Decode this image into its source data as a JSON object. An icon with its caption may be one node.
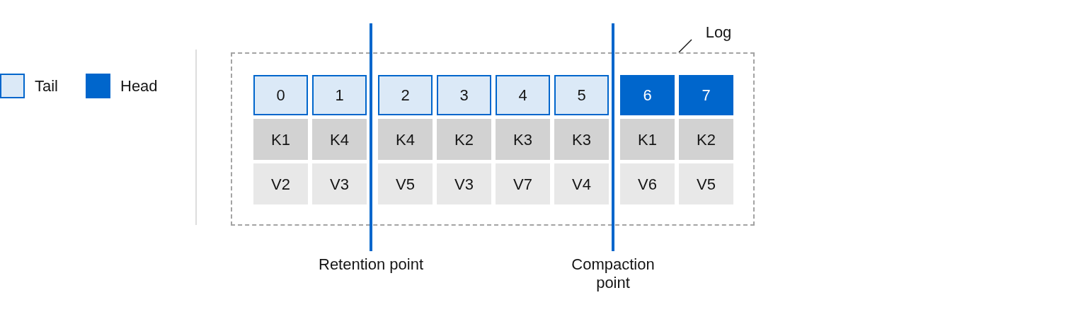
{
  "diagram": {
    "nodes": [
      {
        "text": [
          "Log"
        ]
      },
      {
        "text": [],
        "shape": "box"
      },
      {
        "text": [
          "0"
        ],
        "in": 1
      },
      {
        "text": [
          "1"
        ],
        "in": 1
      },
      {
        "text": [
          "2"
        ],
        "in": 1
      },
      {
        "text": [
          "3"
        ],
        "in": 1
      },
      {
        "text": [
          "4"
        ],
        "in": 1
      },
      {
        "text": [
          "5"
        ],
        "in": 1
      },
      {
        "text": [
          "6"
        ],
        "in": 1
      },
      {
        "text": [
          "7"
        ],
        "in": 1
      },
      {
        "text": [
          "K1"
        ],
        "in": 1
      },
      {
        "text": [
          "K4"
        ],
        "in": 1
      },
      {
        "text": [
          "K4"
        ],
        "in": 1
      },
      {
        "text": [
          "K2"
        ],
        "in": 1
      },
      {
        "text": [
          "K3"
        ],
        "in": 1
      },
      {
        "text": [
          "K3"
        ],
        "in": 1
      },
      {
        "text": [
          "K1"
        ],
        "in": 1
      },
      {
        "text": [
          "K2"
        ],
        "in": 1
      },
      {
        "text": [
          "V2"
        ],
        "in": 1
      },
      {
        "text": [
          "V3"
        ],
        "in": 1
      },
      {
        "text": [
          "V5"
        ],
        "in": 1
      },
      {
        "text": [
          "V3"
        ],
        "in": 1
      },
      {
        "text": [
          "V7"
        ],
        "in": 1
      },
      {
        "text": [
          "V4"
        ],
        "in": 1
      },
      {
        "text": [
          "V6"
        ],
        "in": 1
      },
      {
        "text": [
          "V5"
        ],
        "in": 1
      },
      {
        "text": [],
        "shape": "bar",
        "beside": [
          "Retention point"
        ]
      },
      {
        "text": [],
        "shape": "bar",
        "beside": [
          "Compaction point"
        ]
      }
    ],
    "edges": [
      {
        "from": 0,
        "to": 1,
        "arrow": "none"
      }
    ],
    "legend": [
      {
        "text": "Tail",
        "color": "#dbe9f7"
      },
      {
        "text": "Head",
        "color": "#0066cc"
      }
    ]
  }
}
